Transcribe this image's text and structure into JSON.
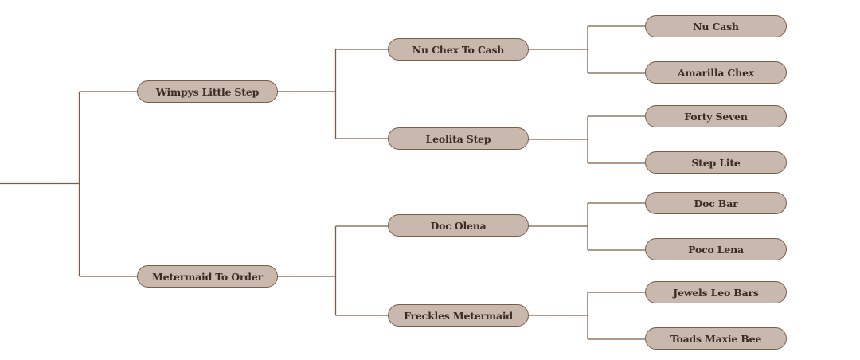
{
  "pedigree": {
    "sire": {
      "name": "Wimpys Little Step",
      "sire": {
        "name": "Nu Chex To Cash",
        "sire": {
          "name": "Nu Cash"
        },
        "dam": {
          "name": "Amarilla Chex"
        }
      },
      "dam": {
        "name": "Leolita Step",
        "sire": {
          "name": "Forty Seven"
        },
        "dam": {
          "name": "Step Lite"
        }
      }
    },
    "dam": {
      "name": "Metermaid To Order",
      "sire": {
        "name": "Doc Olena",
        "sire": {
          "name": "Doc Bar"
        },
        "dam": {
          "name": "Poco Lena"
        }
      },
      "dam": {
        "name": "Freckles Metermaid",
        "sire": {
          "name": "Jewels Leo Bars"
        },
        "dam": {
          "name": "Toads Maxie Bee"
        }
      }
    }
  },
  "colors": {
    "node_fill": "#c8b8ae",
    "node_border": "#7a5d48",
    "connector": "#7a5d48",
    "text": "#3b2b22"
  }
}
